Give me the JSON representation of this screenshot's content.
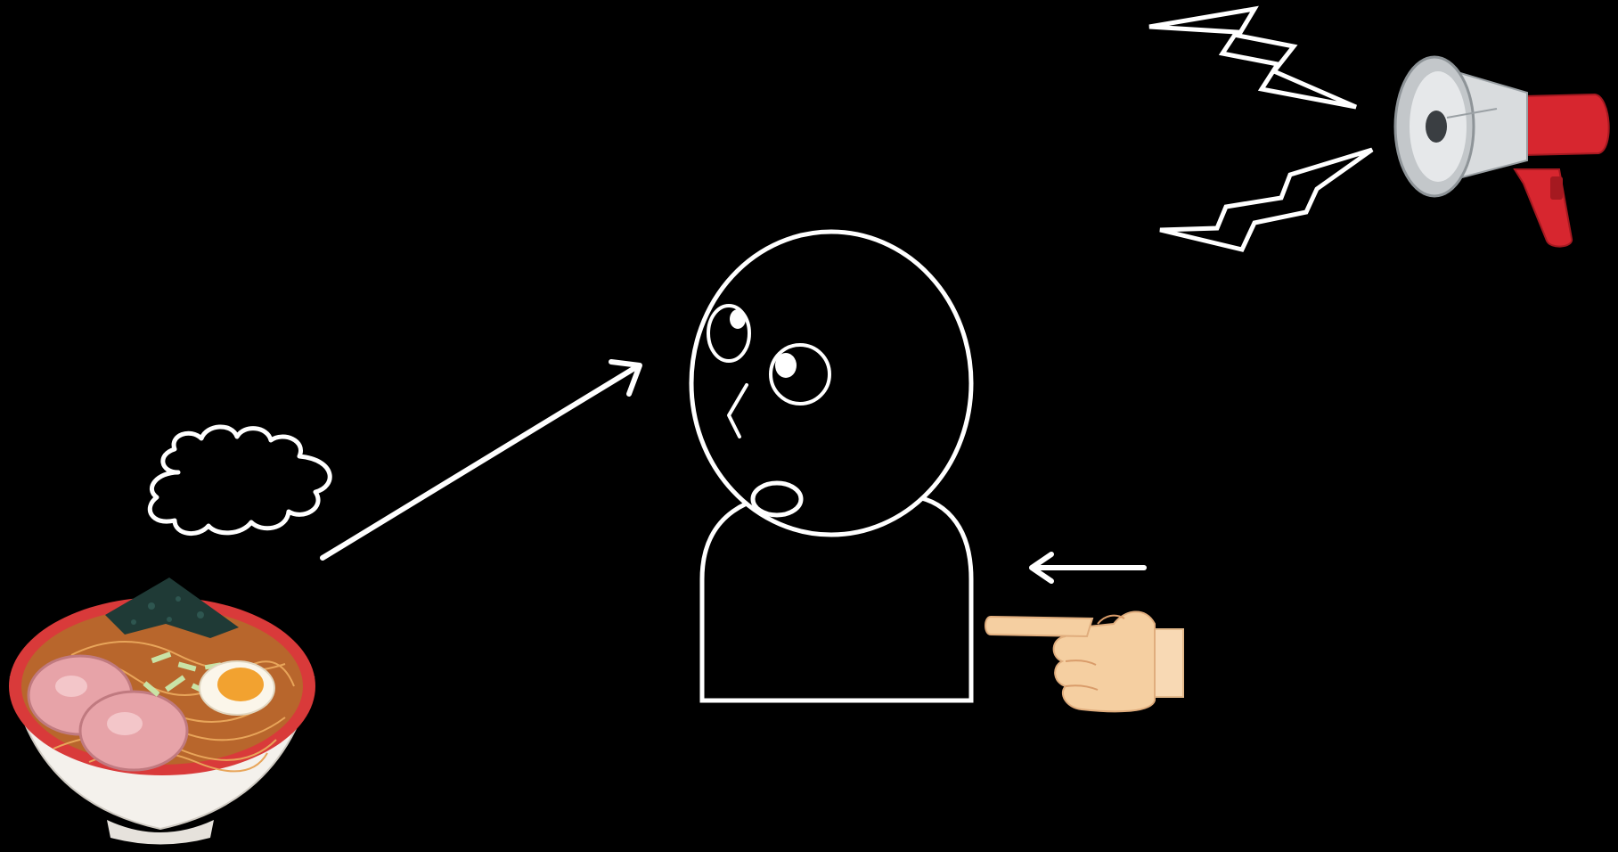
{
  "diagram": {
    "background_color": "#000000",
    "line_color": "#ffffff",
    "elements": [
      {
        "name": "ramen-bowl",
        "kind": "illustration"
      },
      {
        "name": "steam-cloud",
        "kind": "outline"
      },
      {
        "name": "arrow-to-person",
        "kind": "arrow"
      },
      {
        "name": "confused-person",
        "kind": "outline-figure"
      },
      {
        "name": "pointing-hand",
        "kind": "illustration"
      },
      {
        "name": "arrow-from-hand",
        "kind": "arrow"
      },
      {
        "name": "megaphone",
        "kind": "illustration"
      },
      {
        "name": "sound-lightning",
        "kind": "outline"
      }
    ],
    "colors": {
      "bowl_rim": "#d93a3a",
      "broth": "#b8662c",
      "nori": "#1f3a36",
      "egg_yolk": "#f2a230",
      "chashu": "#e7a3a8",
      "skin": "#f5cfa1",
      "megaphone_red": "#d7262f",
      "megaphone_grey": "#d9dcde"
    }
  }
}
